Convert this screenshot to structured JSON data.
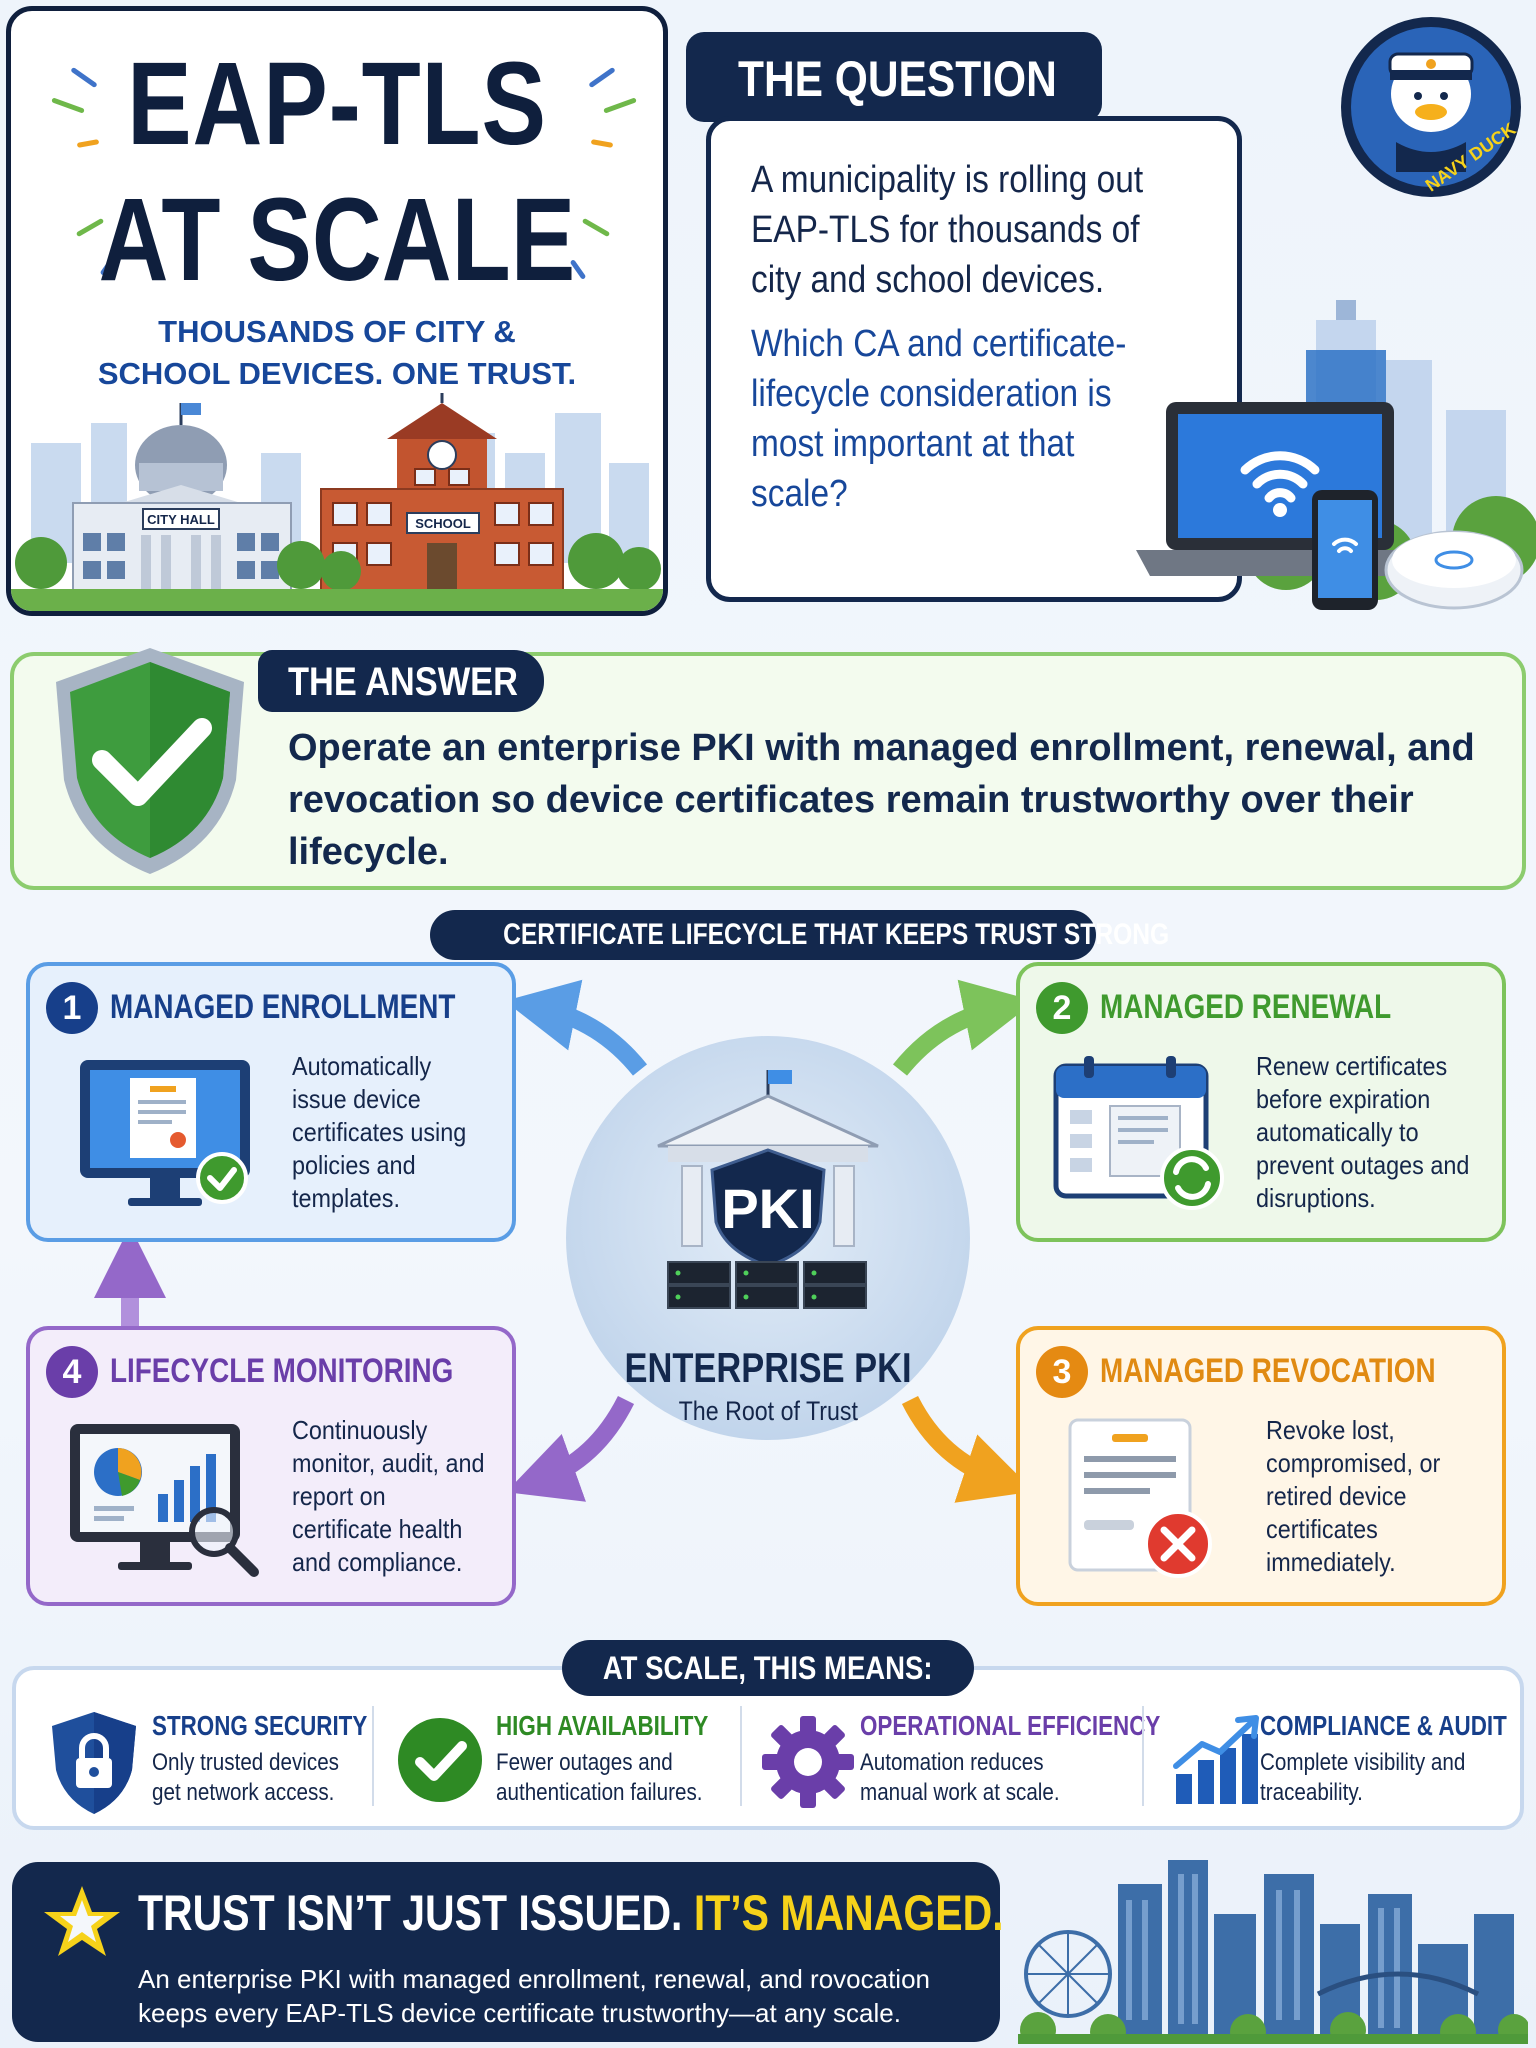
{
  "title": {
    "line1": "EAP-TLS",
    "line2": "AT SCALE",
    "subtitle_line1": "THOUSANDS OF CITY &",
    "subtitle_line2": "SCHOOL DEVICES. ONE TRUST.",
    "city_hall_sign": "CITY HALL",
    "school_sign": "SCHOOL"
  },
  "logo": {
    "text": "NAVY DUCK"
  },
  "question": {
    "label": "THE QUESTION",
    "line1": "A municipality is rolling out EAP-TLS for thousands of city and school devices.",
    "line2": "Which CA and certificate-lifecycle consideration is most important at that scale?"
  },
  "answer": {
    "label": "THE ANSWER",
    "text": "Operate an enterprise PKI with managed enrollment, renewal, and revocation so device certificates remain trustworthy over their lifecycle."
  },
  "lifecycle": {
    "banner": "CERTIFICATE LIFECYCLE THAT KEEPS TRUST STRONG",
    "center": {
      "badge": "PKI",
      "title": "ENTERPRISE PKI",
      "subtitle": "The Root of Trust"
    },
    "steps": [
      {
        "number": "1",
        "title": "MANAGED ENROLLMENT",
        "text": "Automatically issue device certificates using policies and templates.",
        "color": "#173f8a"
      },
      {
        "number": "2",
        "title": "MANAGED RENEWAL",
        "text": "Renew certificates before expiration automatically to prevent outages and disruptions.",
        "color": "#3f9a2e"
      },
      {
        "number": "3",
        "title": "MANAGED REVOCATION",
        "text": "Revoke lost, compromised, or retired device certificates immediately.",
        "color": "#e58a12"
      },
      {
        "number": "4",
        "title": "LIFECYCLE MONITORING",
        "text": "Continuously monitor, audit, and report on certificate health and compliance.",
        "color": "#6a3ea9"
      }
    ]
  },
  "scale": {
    "label": "AT SCALE, THIS MEANS:",
    "items": [
      {
        "title": "STRONG SECURITY",
        "line1": "Only trusted devices",
        "line2": "get network access.",
        "color": "#173f8a"
      },
      {
        "title": "HIGH AVAILABILITY",
        "line1": "Fewer outages and",
        "line2": "authentication failures.",
        "color": "#2e8a24"
      },
      {
        "title": "OPERATIONAL EFFICIENCY",
        "line1": "Automation reduces",
        "line2": "manual work at scale.",
        "color": "#6a3ea9"
      },
      {
        "title": "COMPLIANCE & AUDIT",
        "line1": "Complete visibility and",
        "line2": "traceability.",
        "color": "#173f8a"
      }
    ]
  },
  "footer": {
    "headline": "TRUST ISN’T JUST ISSUED.",
    "highlight": "IT’S MANAGED.",
    "text": "An enterprise PKI with managed enrollment, renewal, and rovocation keeps every EAP-TLS device certificate trustworthy—at any scale."
  }
}
